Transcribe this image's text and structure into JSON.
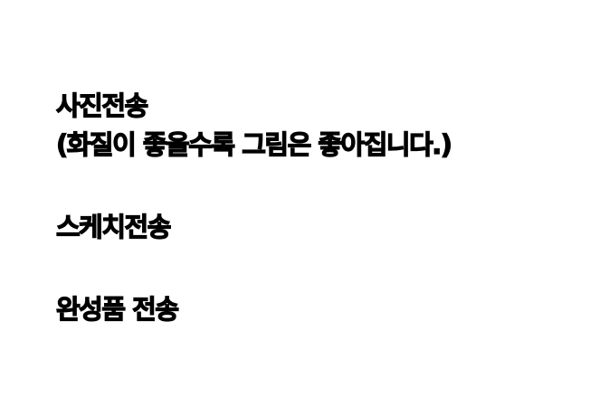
{
  "lines": {
    "photo_send": "사진전송",
    "photo_note": "(화질이 좋을수록 그림은 좋아집니다.)",
    "sketch_send": "스케치전송",
    "final_send": "완성품 전송"
  }
}
